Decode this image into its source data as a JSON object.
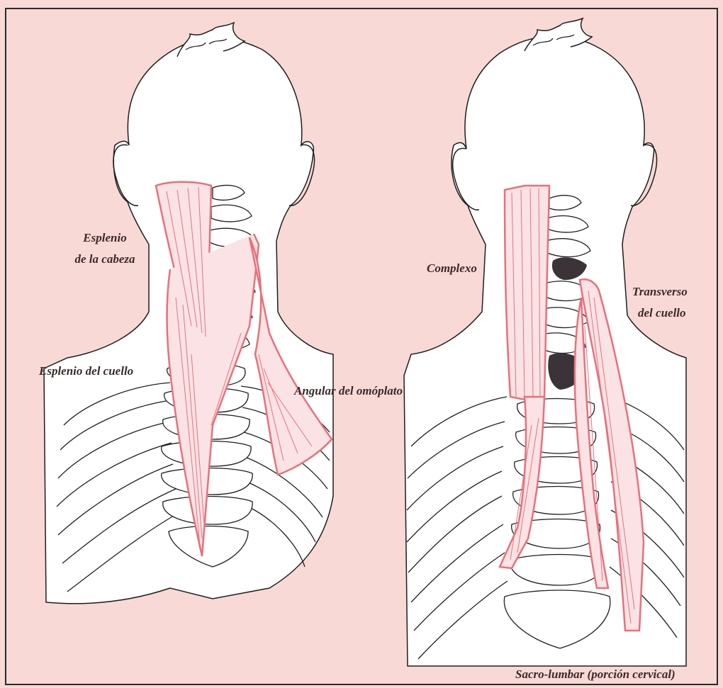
{
  "colors": {
    "background": "#f8d9d6",
    "paper": "#ffffff",
    "muscle": "#e8707c",
    "outline": "#1e1e1e",
    "dark_fill": "#3b3337",
    "frame": "#2b2b2b"
  },
  "left_figure": {
    "labels": {
      "esplenio_cabeza_line1": "Esplenio",
      "esplenio_cabeza_line2": "de la cabeza",
      "esplenio_cuello": "Esplenio del cuello",
      "angular_omoplato": "Angular del omóplato"
    }
  },
  "right_figure": {
    "labels": {
      "complexo": "Complexo",
      "transverso_line1": "Transverso",
      "transverso_line2": "del cuello",
      "sacro_lumbar": "Sacro-lumbar (porción cervical)"
    }
  }
}
